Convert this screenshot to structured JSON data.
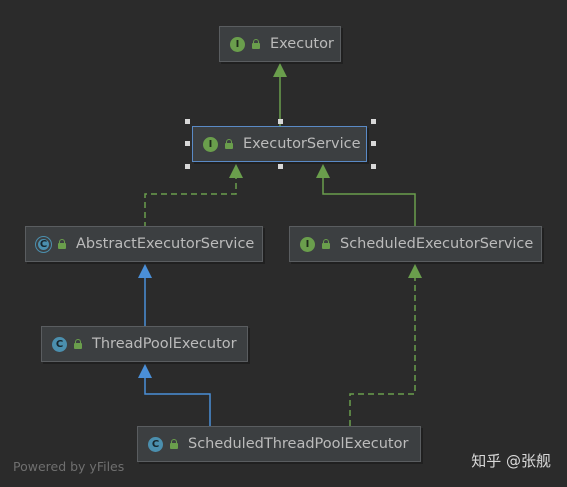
{
  "nodes": {
    "executor": {
      "label": "Executor",
      "kind": "I"
    },
    "executor_service": {
      "label": "ExecutorService",
      "kind": "I"
    },
    "abstract_executor_service": {
      "label": "AbstractExecutorService",
      "kind": "C"
    },
    "scheduled_executor_service": {
      "label": "ScheduledExecutorService",
      "kind": "I"
    },
    "thread_pool_executor": {
      "label": "ThreadPoolExecutor",
      "kind": "C"
    },
    "scheduled_thread_pool_executor": {
      "label": "ScheduledThreadPoolExecutor",
      "kind": "C"
    }
  },
  "footer": {
    "text": "Powered by yFiles"
  },
  "watermark": {
    "text": "知乎 @张舰"
  },
  "colors": {
    "background": "#2b2b2b",
    "interface_arrow": "#6a9e4c",
    "class_arrow": "#4a8fd8",
    "node_fill": "#3c3f41"
  }
}
